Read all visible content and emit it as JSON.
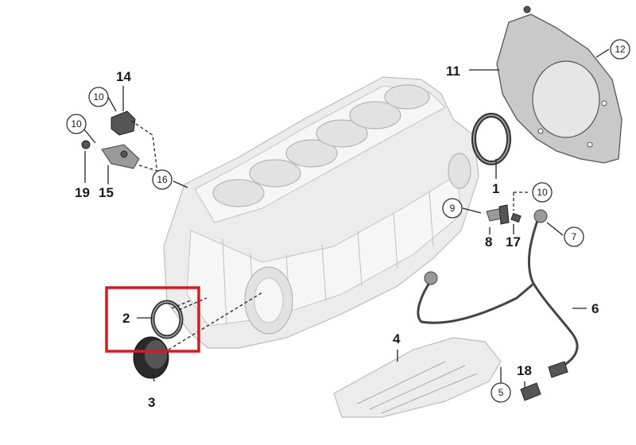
{
  "diagram": {
    "parts": [
      {
        "id": "1",
        "text": "1",
        "circled": false
      },
      {
        "id": "2",
        "text": "2",
        "circled": false
      },
      {
        "id": "3",
        "text": "3",
        "circled": false
      },
      {
        "id": "4",
        "text": "4",
        "circled": false
      },
      {
        "id": "5",
        "text": "5",
        "circled": true
      },
      {
        "id": "6",
        "text": "6",
        "circled": false
      },
      {
        "id": "7",
        "text": "7",
        "circled": true
      },
      {
        "id": "8",
        "text": "8",
        "circled": false
      },
      {
        "id": "9",
        "text": "9",
        "circled": true
      },
      {
        "id": "10a",
        "text": "10",
        "circled": true
      },
      {
        "id": "10b",
        "text": "10",
        "circled": true
      },
      {
        "id": "10c",
        "text": "10",
        "circled": true
      },
      {
        "id": "11",
        "text": "11",
        "circled": false
      },
      {
        "id": "12",
        "text": "12",
        "circled": true
      },
      {
        "id": "14",
        "text": "14",
        "circled": false
      },
      {
        "id": "15",
        "text": "15",
        "circled": false
      },
      {
        "id": "16",
        "text": "16",
        "circled": true
      },
      {
        "id": "17",
        "text": "17",
        "circled": false
      },
      {
        "id": "18",
        "text": "18",
        "circled": false
      },
      {
        "id": "19",
        "text": "19",
        "circled": false
      }
    ],
    "highlight_color": "#e0161e"
  }
}
